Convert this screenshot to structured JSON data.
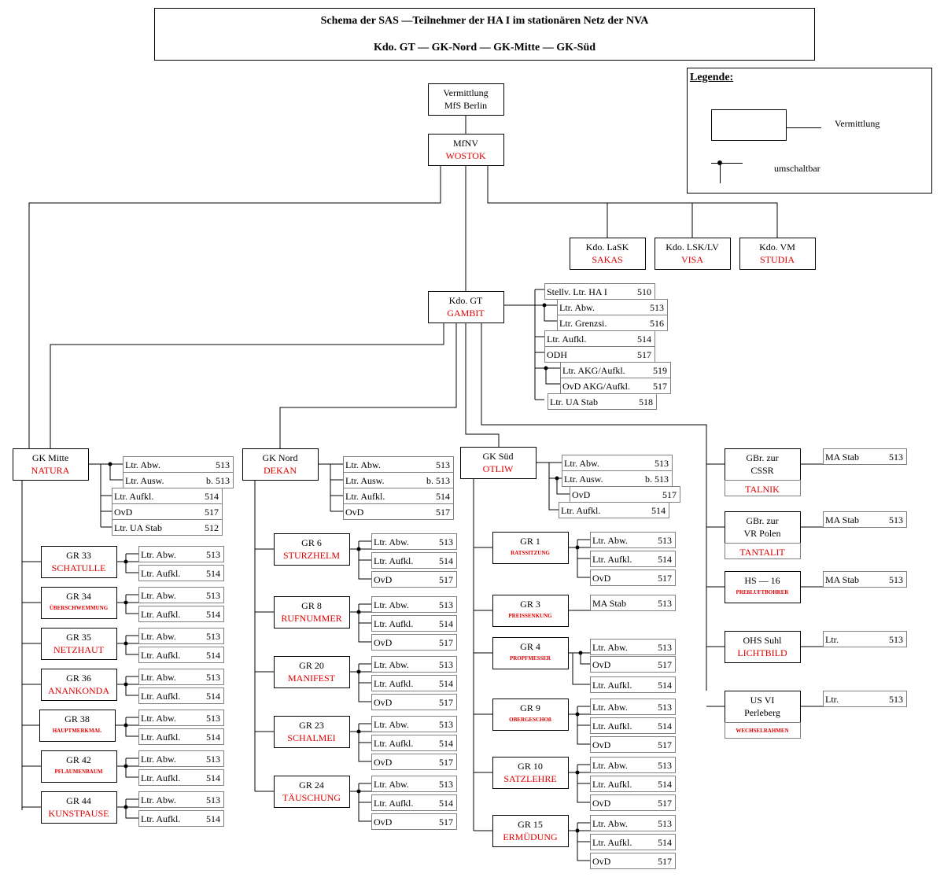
{
  "title": {
    "line1": "Schema der SAS —Teilnehmer der HA I im stationären Netz der NVA",
    "line2": "Kdo. GT  —  GK-Nord — GK-Mitte  —  GK-Süd"
  },
  "legend": {
    "heading": "Legende:",
    "vermittlung": "Vermittlung",
    "umschaltbar": "umschaltbar"
  },
  "colors": {
    "line": "#000000",
    "codename": "#e00000",
    "box_border": "#000000",
    "sub_border": "#808080"
  },
  "nodes": [
    {
      "id": "berlin",
      "line1": "Vermittlung",
      "line2": "MfS Berlin",
      "code": ""
    },
    {
      "id": "mfnv",
      "line1": "MfNV",
      "line2": "",
      "code": "WOSTOK"
    },
    {
      "id": "lask",
      "line1": "Kdo. LaSK",
      "line2": "",
      "code": "SAKAS"
    },
    {
      "id": "lsk",
      "line1": "Kdo. LSK/LV",
      "line2": "",
      "code": "VISA"
    },
    {
      "id": "vm",
      "line1": "Kdo. VM",
      "line2": "",
      "code": "STUDIA"
    },
    {
      "id": "gt",
      "line1": "Kdo. GT",
      "line2": "",
      "code": "GAMBIT"
    },
    {
      "id": "gkmitte",
      "line1": "GK Mitte",
      "line2": "",
      "code": "NATURA"
    },
    {
      "id": "gknord",
      "line1": "GK Nord",
      "line2": "",
      "code": "DEKAN"
    },
    {
      "id": "gksued",
      "line1": "GK Süd",
      "line2": "",
      "code": "OTLIW"
    },
    {
      "id": "gr33",
      "line1": "GR 33",
      "line2": "",
      "code": "SCHATULLE"
    },
    {
      "id": "gr34",
      "line1": "GR 34",
      "line2": "",
      "code": "ÜBERSCHWEMMUNG"
    },
    {
      "id": "gr35",
      "line1": "GR 35",
      "line2": "",
      "code": "NETZHAUT"
    },
    {
      "id": "gr36",
      "line1": "GR 36",
      "line2": "",
      "code": "ANANKONDA"
    },
    {
      "id": "gr38",
      "line1": "GR 38",
      "line2": "",
      "code": "HAUPTMERKMAL"
    },
    {
      "id": "gr42",
      "line1": "GR 42",
      "line2": "",
      "code": "PFLAUMENBAUM"
    },
    {
      "id": "gr44",
      "line1": "GR 44",
      "line2": "",
      "code": "KUNSTPAUSE"
    },
    {
      "id": "gr6",
      "line1": "GR 6",
      "line2": "",
      "code": "STURZHELM"
    },
    {
      "id": "gr8",
      "line1": "GR 8",
      "line2": "",
      "code": "RUFNUMMER"
    },
    {
      "id": "gr20",
      "line1": "GR 20",
      "line2": "",
      "code": "MANIFEST"
    },
    {
      "id": "gr23",
      "line1": "GR 23",
      "line2": "",
      "code": "SCHALMEI"
    },
    {
      "id": "gr24",
      "line1": "GR 24",
      "line2": "",
      "code": "TÄUSCHUNG"
    },
    {
      "id": "gr1",
      "line1": "GR 1",
      "line2": "",
      "code": "RATSSITZUNG"
    },
    {
      "id": "gr3",
      "line1": "GR 3",
      "line2": "",
      "code": "PREISSENKUNG"
    },
    {
      "id": "gr4",
      "line1": "GR 4",
      "line2": "",
      "code": "PROPFMESSER"
    },
    {
      "id": "gr9",
      "line1": "GR 9",
      "line2": "",
      "code": "OBERGESCHOß"
    },
    {
      "id": "gr10",
      "line1": "GR 10",
      "line2": "",
      "code": "SATZLEHRE"
    },
    {
      "id": "gr15",
      "line1": "GR 15",
      "line2": "",
      "code": "ERMÜDUNG"
    },
    {
      "id": "cssr",
      "line1": "GBr. zur",
      "line2": "CSSR",
      "code": "TALNIK"
    },
    {
      "id": "polen",
      "line1": "GBr. zur",
      "line2": "VR Polen",
      "code": "TANTALIT"
    },
    {
      "id": "hs16",
      "line1": "HS — 16",
      "line2": "",
      "code": "PREßLUFTBOHRER"
    },
    {
      "id": "suhl",
      "line1": "OHS Suhl",
      "line2": "",
      "code": "LICHTBILD"
    },
    {
      "id": "usvi",
      "line1": "US VI",
      "line2": "Perleberg",
      "code": "WECHSELRAHMEN"
    }
  ],
  "subscribers": {
    "gt": [
      {
        "label": "Stellv. Ltr. HA I",
        "num": "510"
      },
      {
        "label": "Ltr. Abw.",
        "num": "513"
      },
      {
        "label": "Ltr. Grenzsi.",
        "num": "516"
      },
      {
        "label": "Ltr. Aufkl.",
        "num": "514"
      },
      {
        "label": "ODH",
        "num": "517"
      },
      {
        "label": "Ltr. AKG/Aufkl.",
        "num": "519"
      },
      {
        "label": "OvD AKG/Aufkl.",
        "num": "517"
      },
      {
        "label": "Ltr. UA Stab",
        "num": "518"
      }
    ],
    "gkmitte": [
      {
        "label": "Ltr. Abw.",
        "num": "513"
      },
      {
        "label": "Ltr. Ausw.",
        "num": "b. 513"
      },
      {
        "label": "Ltr. Aufkl.",
        "num": "514"
      },
      {
        "label": "OvD",
        "num": "517"
      },
      {
        "label": "Ltr. UA Stab",
        "num": "512"
      }
    ],
    "gknord": [
      {
        "label": "Ltr. Abw.",
        "num": "513"
      },
      {
        "label": "Ltr. Ausw.",
        "num": "b. 513"
      },
      {
        "label": "Ltr. Aufkl.",
        "num": "514"
      },
      {
        "label": "OvD",
        "num": "517"
      }
    ],
    "gksued": [
      {
        "label": "Ltr. Abw.",
        "num": "513"
      },
      {
        "label": "Ltr. Ausw.",
        "num": "b. 513"
      },
      {
        "label": "OvD",
        "num": "517"
      },
      {
        "label": "Ltr. Aufkl.",
        "num": "514"
      }
    ],
    "abw": {
      "label": "Ltr. Abw.",
      "num": "513"
    },
    "aufkl": {
      "label": "Ltr. Aufkl.",
      "num": "514"
    },
    "ovd": {
      "label": "OvD",
      "num": "517"
    },
    "mastab": {
      "label": "MA Stab",
      "num": "513"
    },
    "ltr": {
      "label": "Ltr.",
      "num": "513"
    }
  }
}
